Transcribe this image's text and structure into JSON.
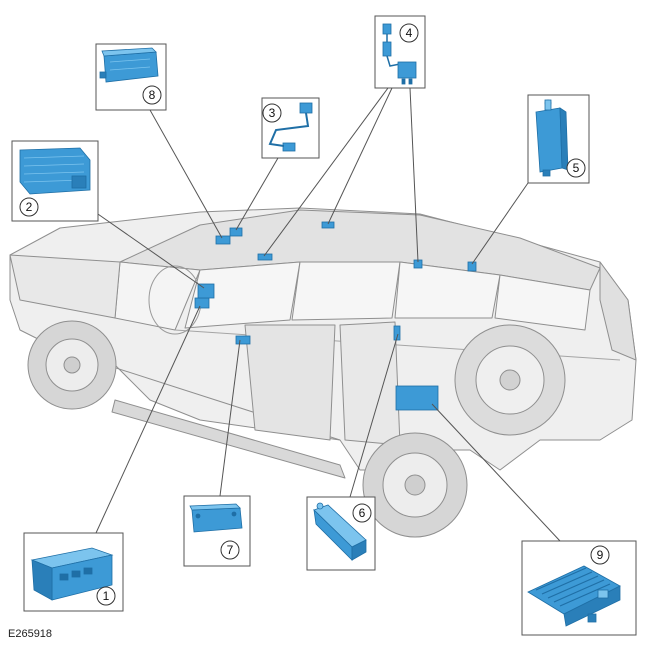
{
  "figure_id": "E265918",
  "callouts": [
    {
      "number": "1",
      "component": "module-1"
    },
    {
      "number": "2",
      "component": "module-2"
    },
    {
      "number": "3",
      "component": "module-3"
    },
    {
      "number": "4",
      "component": "module-4"
    },
    {
      "number": "5",
      "component": "module-5"
    },
    {
      "number": "6",
      "component": "module-6"
    },
    {
      "number": "7",
      "component": "module-7"
    },
    {
      "number": "8",
      "component": "module-8"
    },
    {
      "number": "9",
      "component": "module-9"
    }
  ],
  "colors": {
    "module": "#3d9ad6",
    "module_dark": "#1f6fa6",
    "module_light": "#7cc4ee",
    "vehicle_stroke": "#8a8a8a",
    "vehicle_fill": "#e6e6e6",
    "leader": "#555555",
    "frame": "#555555"
  }
}
